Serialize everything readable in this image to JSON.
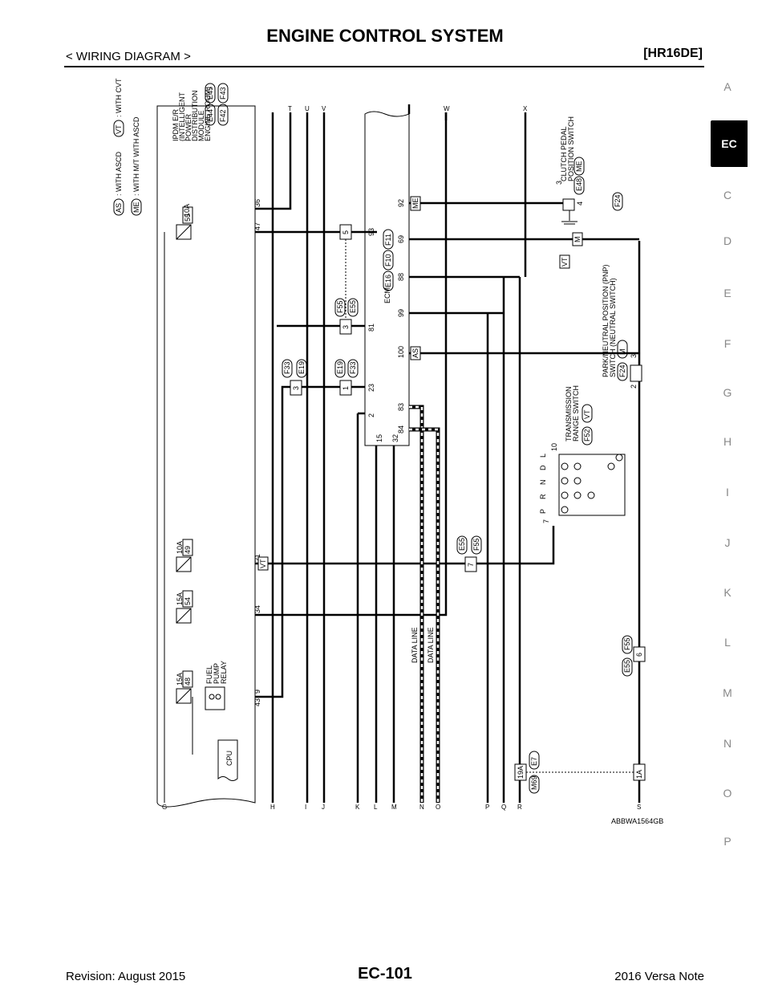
{
  "header": {
    "title": "ENGINE CONTROL SYSTEM",
    "section": "< WIRING DIAGRAM >",
    "engine": "[HR16DE]"
  },
  "sidebar": {
    "items": [
      "A",
      "EC",
      "C",
      "D",
      "E",
      "F",
      "G",
      "H",
      "I",
      "J",
      "K",
      "L",
      "M",
      "N",
      "O",
      "P"
    ],
    "active": "EC"
  },
  "footer": {
    "revision": "Revision: August 2015",
    "page": "EC-101",
    "model": "2016 Versa Note"
  },
  "diagram": {
    "code": "ABBWA1564GB",
    "legend": {
      "as": "AS",
      "as_text": ": WITH ASCD",
      "vt": "VT",
      "vt_text": ": WITH CVT",
      "me": "ME",
      "me_text": ": WITH M/T WITH ASCD"
    },
    "ipdm": {
      "lines": [
        "IPDM E/R",
        "(INTELLIGENT",
        "POWER",
        "DISTRIBUTION",
        "MODULE",
        "ENGINE ROOM)"
      ],
      "connectors": [
        "E44",
        "E45",
        "F42",
        "F43"
      ]
    },
    "ecm": {
      "label": "ECM",
      "connectors": [
        "E16",
        "F10",
        "F11"
      ],
      "pins_top": [
        "93",
        "81",
        "23",
        "2",
        "15"
      ],
      "pins_bottom": [
        "92",
        "69",
        "88",
        "99",
        "100",
        "83",
        "84",
        "32"
      ]
    },
    "fuses": [
      {
        "amp": "10A",
        "num": "55"
      },
      {
        "amp": "10A",
        "num": "49"
      },
      {
        "amp": "15A",
        "num": "54"
      },
      {
        "amp": "15A",
        "num": "48"
      }
    ],
    "ipdm_pins": [
      "36",
      "47",
      "21",
      "34",
      "9",
      "43"
    ],
    "relay": [
      "FUEL",
      "PUMP",
      "RELAY"
    ],
    "cpu": "CPU",
    "data_line": "DATA LINE",
    "clutch": {
      "lines": [
        "CLUTCH PEDAL",
        "POSITION SWITCH"
      ],
      "conn": "E48",
      "tag": "ME",
      "pins": [
        "3",
        "4"
      ],
      "ground": "F24"
    },
    "pnp": {
      "lines": [
        "PARK/NEUTRAL POSITION (PNP)",
        "SWITCH (NEUTRAL SWITCH)"
      ],
      "conn": "F24",
      "tag": "M",
      "pins": [
        "2",
        "3"
      ]
    },
    "trs": {
      "lines": [
        "TRANSMISSION",
        "RANGE SWITCH"
      ],
      "conn": "F52",
      "tag": "VT",
      "pins": [
        "10",
        "7"
      ],
      "positions": [
        "P",
        "R",
        "N",
        "D",
        "L"
      ]
    },
    "inline": [
      {
        "top": "F55",
        "bottom": "E55",
        "pin": "5"
      },
      {
        "top": "F55",
        "bottom": "E55",
        "pin": "3"
      },
      {
        "top": "E19",
        "bottom": "F33",
        "pin": "1"
      },
      {
        "top": "F33",
        "bottom": "E19",
        "pin": "3"
      },
      {
        "top": "E55",
        "bottom": "F55",
        "pin": "7"
      },
      {
        "top": "E55",
        "bottom": "F55",
        "pin": "6"
      }
    ],
    "bottom_conn": {
      "a": "19A",
      "b": "E7",
      "c": "M69",
      "d": "1A"
    },
    "route_letters_top": [
      "T",
      "U",
      "V",
      "W",
      "X"
    ],
    "route_letters_bottom": [
      "G",
      "H",
      "I",
      "J",
      "K",
      "L",
      "M",
      "N",
      "O",
      "P",
      "Q",
      "R",
      "S"
    ],
    "tags": {
      "vt": "VT",
      "me": "ME",
      "m": "M",
      "as": "AS"
    }
  }
}
